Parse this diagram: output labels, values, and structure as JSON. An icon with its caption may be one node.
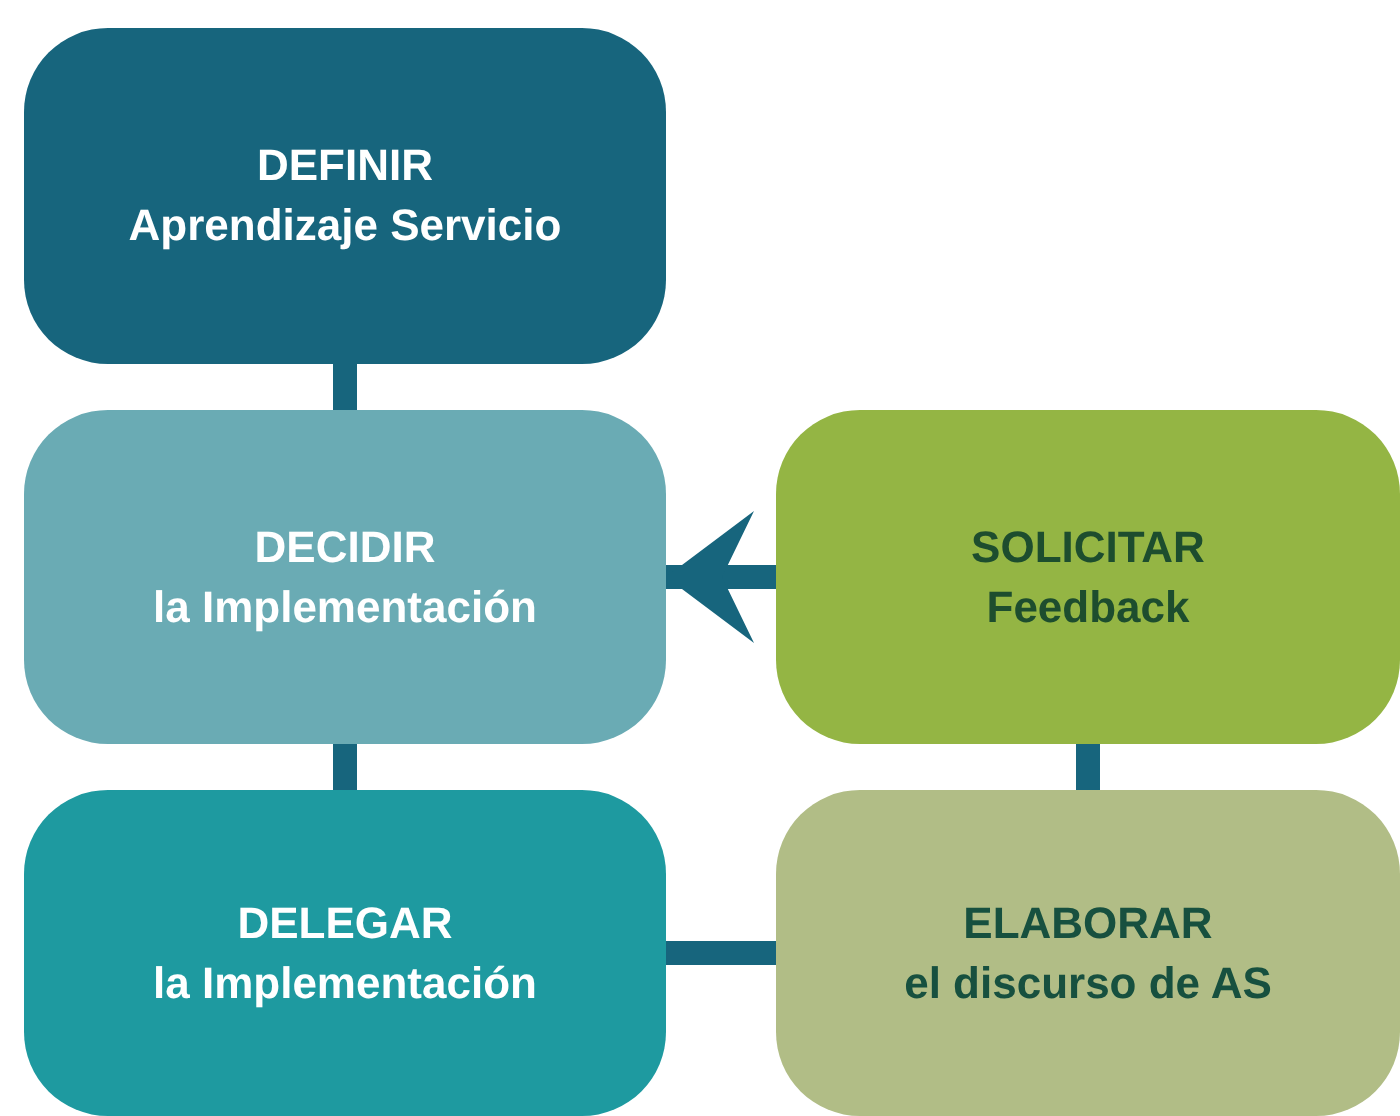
{
  "diagram": {
    "nodes": [
      {
        "text": [
          "DEFINIR",
          "Aprendizaje Servicio"
        ]
      },
      {
        "text": [
          "DECIDIR",
          "la Implementación"
        ]
      },
      {
        "text": [
          "SOLICITAR",
          "Feedback"
        ]
      },
      {
        "text": [
          "DELEGAR",
          "la Implementación"
        ]
      },
      {
        "text": [
          "ELABORAR",
          "el discurso de AS"
        ]
      }
    ],
    "edges": [
      {
        "from": 0,
        "to": 1,
        "arrow": "none"
      },
      {
        "from": 2,
        "to": 1,
        "arrow": "to"
      },
      {
        "from": 1,
        "to": 3,
        "arrow": "none"
      },
      {
        "from": 2,
        "to": 4,
        "arrow": "none"
      },
      {
        "from": 3,
        "to": 4,
        "arrow": "none"
      }
    ]
  }
}
